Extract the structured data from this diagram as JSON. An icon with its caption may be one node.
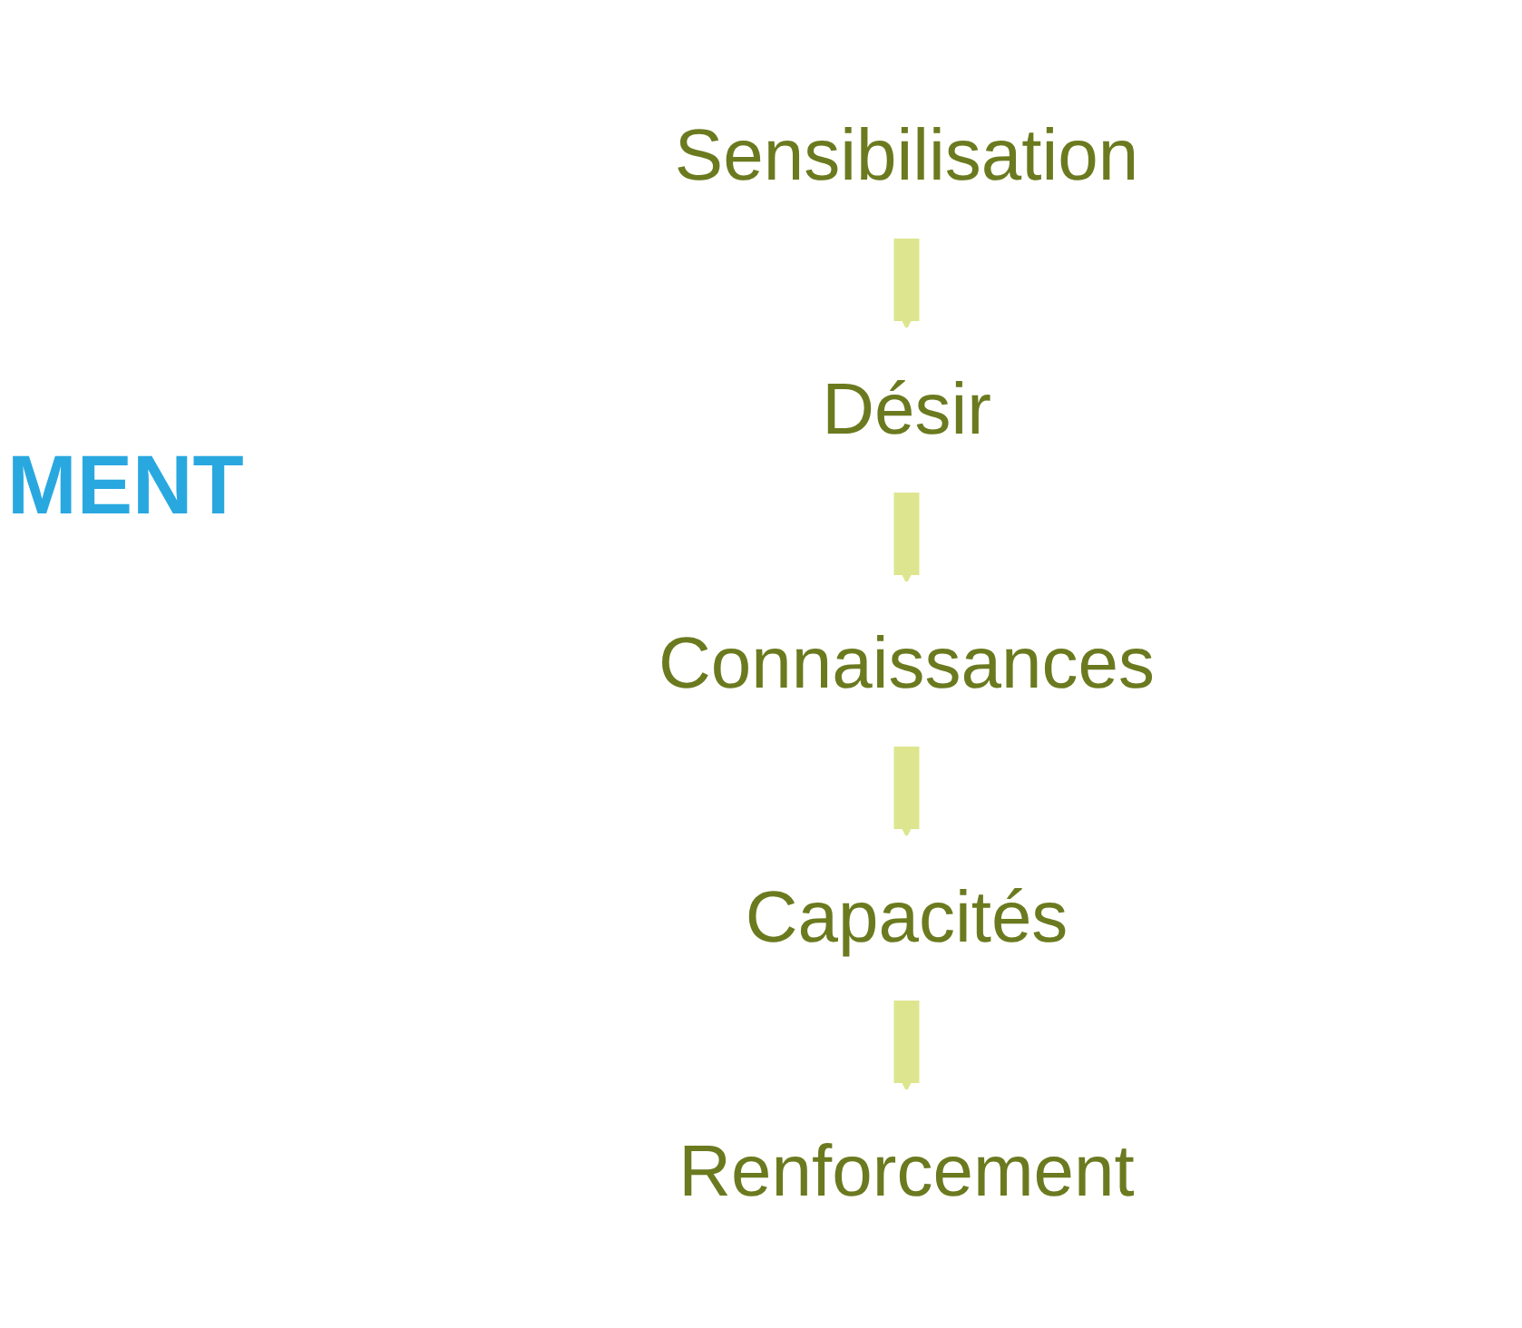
{
  "diagram": {
    "nodes": [
      {
        "text": [
          "Sensibilisation"
        ]
      },
      {
        "text": [
          "Désir"
        ]
      },
      {
        "text": [
          "Connaissances"
        ]
      },
      {
        "text": [
          "Capacités"
        ]
      },
      {
        "text": [
          "Renforcement"
        ]
      }
    ],
    "edges": [
      {
        "from": 0,
        "to": 1,
        "arrow": "to"
      },
      {
        "from": 1,
        "to": 2,
        "arrow": "to"
      },
      {
        "from": 2,
        "to": 3,
        "arrow": "to"
      },
      {
        "from": 3,
        "to": 4,
        "arrow": "to"
      }
    ],
    "labels": [
      "MENT"
    ]
  }
}
